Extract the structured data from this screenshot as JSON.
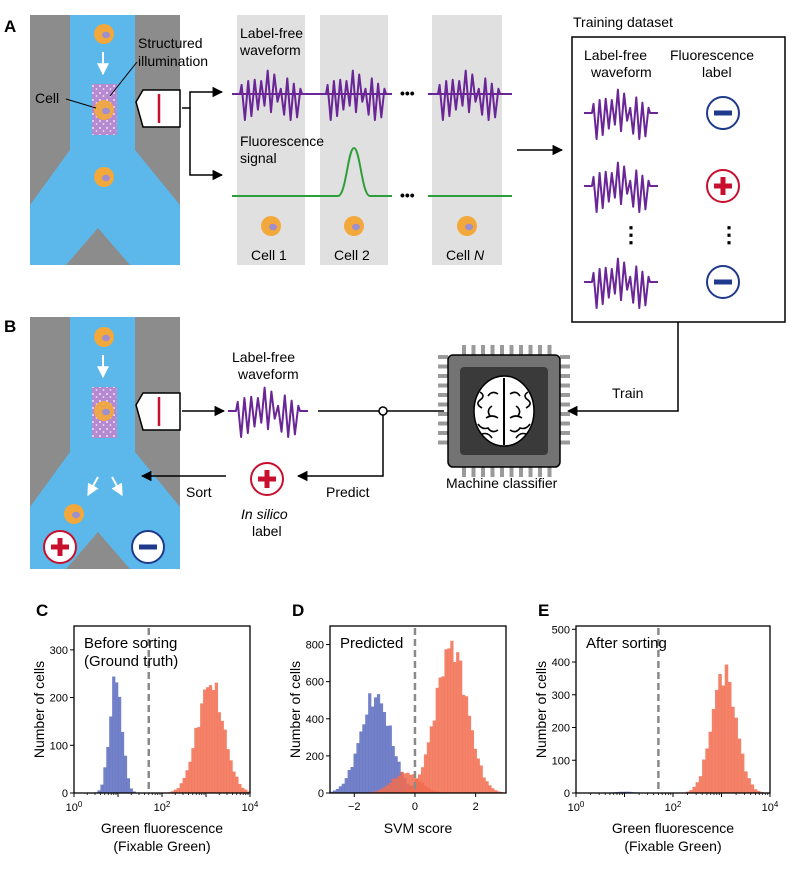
{
  "panels": {
    "A": "A",
    "B": "B",
    "C": "C",
    "D": "D",
    "E": "E"
  },
  "panel_a": {
    "structured_line1": "Structured",
    "structured_line2": "illumination",
    "cell_label": "Cell",
    "waveform_line1": "Label-free",
    "waveform_line2": "waveform",
    "fluor_line1": "Fluorescence",
    "fluor_line2": "signal",
    "ellipsis": "•••",
    "cell1": "Cell 1",
    "cell2": "Cell 2",
    "cellN_prefix": "Cell ",
    "cellN_italic": "N"
  },
  "training": {
    "title": "Training dataset",
    "col1_line1": "Label-free",
    "col1_line2": "waveform",
    "col2_line1": "Fluorescence",
    "col2_line2": "label",
    "vdots": "⋮",
    "labels": [
      "minus",
      "plus",
      "minus"
    ]
  },
  "panel_b": {
    "waveform_line1": "Label-free",
    "waveform_line2": "waveform",
    "train": "Train",
    "machine": "Machine classifier",
    "predict": "Predict",
    "sort": "Sort",
    "insilico_italic": "In silico",
    "insilico_line2": "label"
  },
  "colors": {
    "channel_blue": "#5cb8ea",
    "gray": "#8c8c8c",
    "lane_gray": "#e0e0e0",
    "purple": "#6a2596",
    "green": "#2e9e3a",
    "red": "#c8102e",
    "navy": "#1f3a8c",
    "cell_orange": "#f3a83b",
    "nucleus": "#9e8fcf",
    "hist_blue": "#5b6bbf",
    "hist_orange": "#f26c4f",
    "dashed": "#8a8a8a"
  },
  "chart_data": [
    {
      "panel": "C",
      "type": "histogram",
      "annotation_line1": "Before sorting",
      "annotation_line2": "(Ground truth)",
      "xlabel_line1": "Green fluorescence",
      "xlabel_line2": "(Fixable Green)",
      "ylabel": "Number of cells",
      "x_scale": "log",
      "xlim": [
        1,
        10000
      ],
      "ylim": [
        0,
        350
      ],
      "yticks": [
        0,
        100,
        200,
        300
      ],
      "xticks": [
        "10^0",
        "10^2",
        "10^4"
      ],
      "threshold": 50,
      "series": [
        {
          "color": "blue",
          "center_log10": 0.95,
          "sd_log10": 0.14,
          "peak": 240
        },
        {
          "color": "orange",
          "center_log10": 3.1,
          "sd_log10": 0.3,
          "peak": 230
        }
      ]
    },
    {
      "panel": "D",
      "type": "histogram",
      "annotation_line1": "Predicted",
      "xlabel_line1": "SVM score",
      "ylabel": "Number of cells",
      "x_scale": "linear",
      "xlim": [
        -2.8,
        3.0
      ],
      "ylim": [
        0,
        900
      ],
      "yticks": [
        0,
        200,
        400,
        600,
        800
      ],
      "xticks": [
        -2,
        0,
        2
      ],
      "threshold": 0,
      "series": [
        {
          "color": "blue",
          "center": -1.3,
          "sd": 0.5,
          "peak": 520
        },
        {
          "color": "orange",
          "center": 1.2,
          "sd": 0.52,
          "peak": 790
        },
        {
          "color": "orange",
          "center": -0.3,
          "sd": 0.45,
          "peak": 110
        }
      ]
    },
    {
      "panel": "E",
      "type": "histogram",
      "annotation_line1": "After sorting",
      "xlabel_line1": "Green fluorescence",
      "xlabel_line2": "(Fixable Green)",
      "ylabel": "Number of cells",
      "x_scale": "log",
      "xlim": [
        1,
        10000
      ],
      "ylim": [
        0,
        510
      ],
      "yticks": [
        0,
        100,
        200,
        300,
        400,
        500
      ],
      "xticks": [
        "10^0",
        "10^2",
        "10^4"
      ],
      "threshold": 50,
      "series": [
        {
          "color": "blue",
          "center_log10": 1.0,
          "sd_log10": 0.2,
          "peak": 4
        },
        {
          "color": "orange",
          "center_log10": 3.05,
          "sd_log10": 0.25,
          "peak": 370
        }
      ]
    }
  ]
}
